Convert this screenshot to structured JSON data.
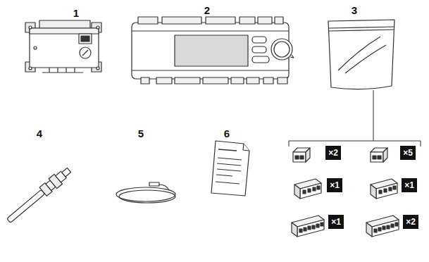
{
  "diagram": {
    "nodes": [
      {
        "text": [
          "×2"
        ]
      },
      {
        "text": [
          "×5"
        ]
      },
      {
        "text": [
          "×1"
        ]
      },
      {
        "text": [
          "×1"
        ]
      },
      {
        "text": [
          "×1"
        ]
      },
      {
        "text": [
          "×2"
        ]
      }
    ],
    "labels": [
      "1",
      "2",
      "3",
      "4",
      "5",
      "6"
    ]
  }
}
